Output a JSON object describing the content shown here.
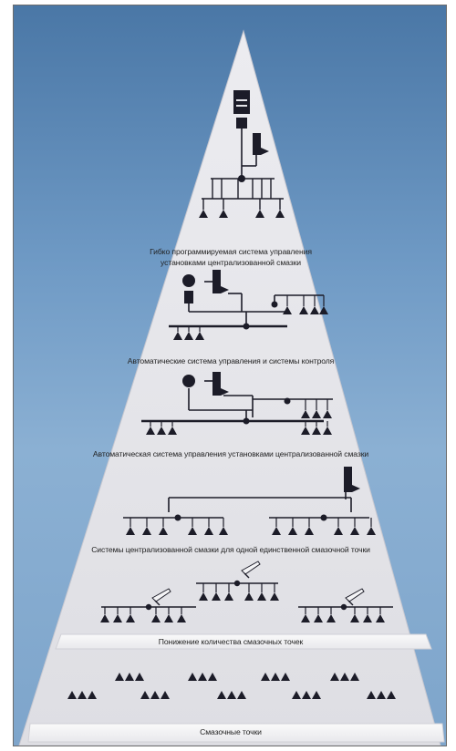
{
  "levels": [
    {
      "label_1": "Гибко программируемая система управления",
      "label_2": "установками централизованной смазки"
    },
    {
      "label": "Автоматические система управления и системы контроля"
    },
    {
      "label": "Автоматическая система управления установками централизованной смазки"
    },
    {
      "label": "Системы централизованной смазки для одной единственной смазочной точки"
    },
    {
      "label": "Понижение количества смазочных точек"
    },
    {
      "label": "Смазочные точки"
    }
  ],
  "colors": {
    "background_top": "#4a77a6",
    "background_bottom": "#8bb0d3",
    "pyramid_fill": "#e4e4e8",
    "band_fill": "#f2f2f4",
    "ink": "#1c1c28"
  },
  "icons": [
    "control-cabinet-icon",
    "pump-unit-icon",
    "pressure-gauge-icon",
    "grease-gun-icon",
    "lubrication-point-icon"
  ]
}
